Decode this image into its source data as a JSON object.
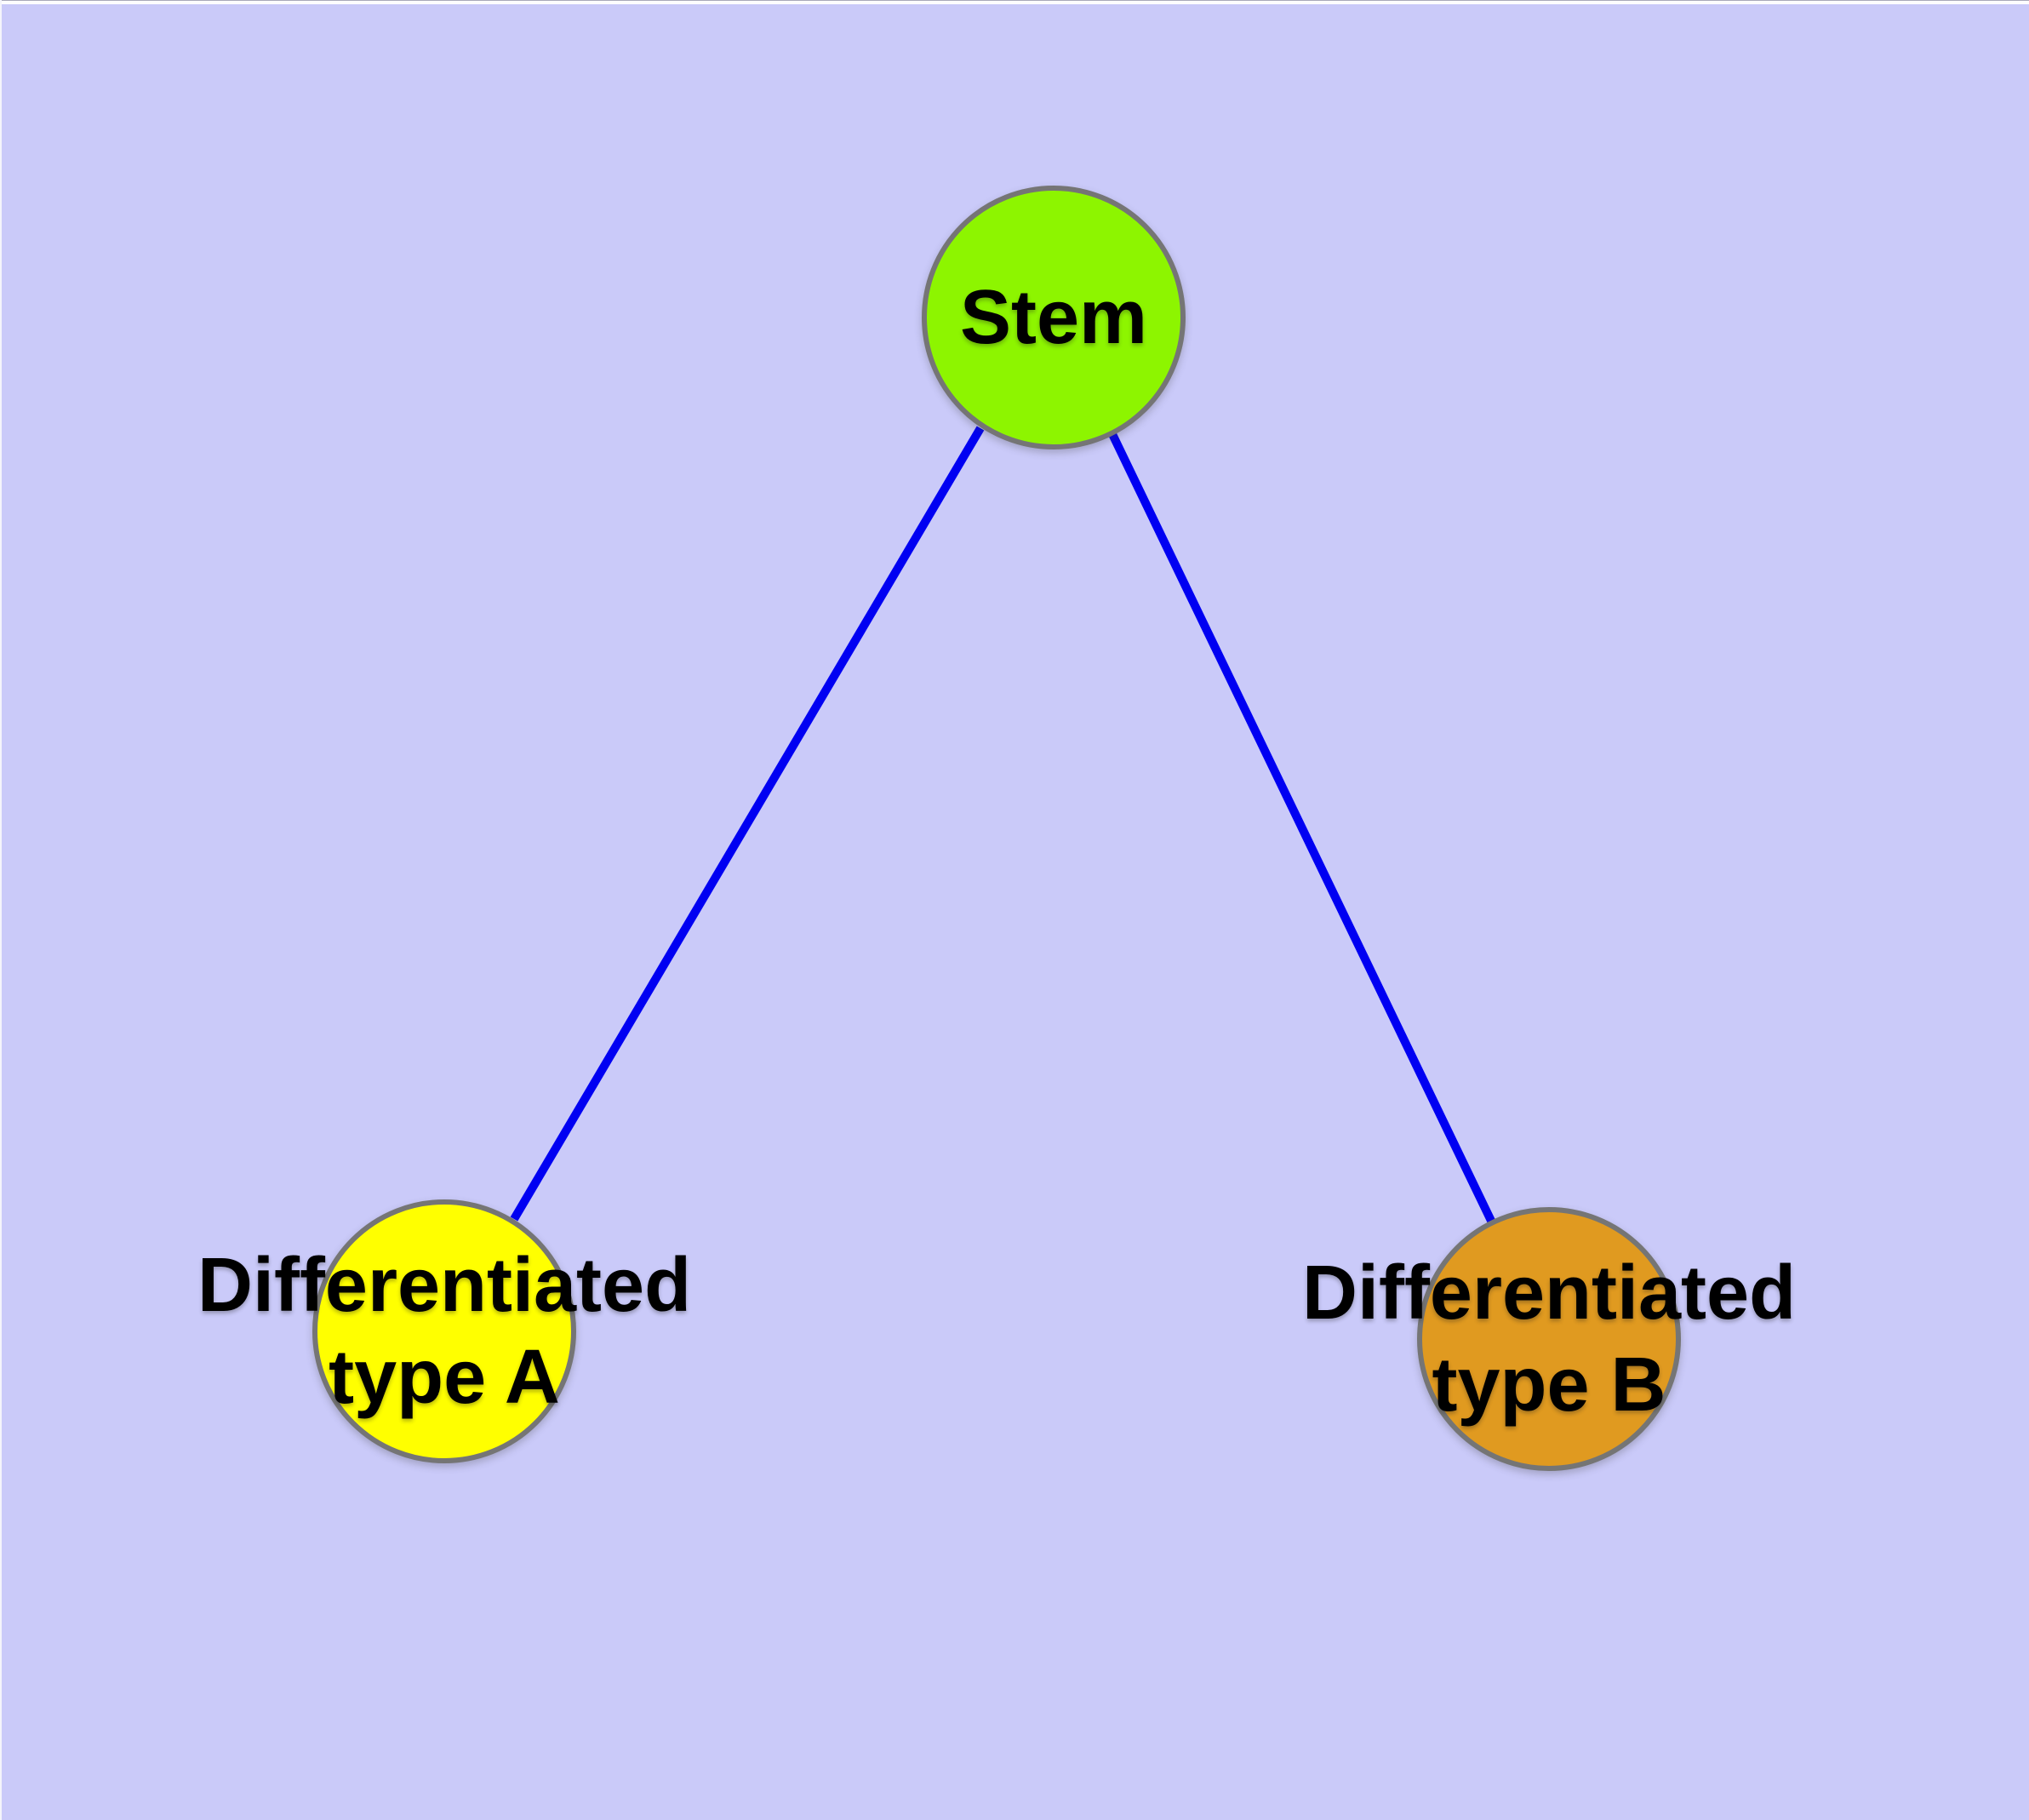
{
  "diagram": {
    "background_color": "#cacaf9",
    "edge_color": "#0000f2",
    "node_border_color": "#757575",
    "label_color": "#000000",
    "nodes": [
      {
        "id": "stem",
        "label_lines": [
          "Stem"
        ],
        "fill": "#8df500"
      },
      {
        "id": "type-a",
        "label_lines": [
          "Differentiated",
          "type A"
        ],
        "fill": "#ffff00"
      },
      {
        "id": "type-b",
        "label_lines": [
          "Differentiated",
          "type B"
        ],
        "fill": "#e09a20"
      }
    ],
    "edges": [
      {
        "from": "stem",
        "to": "type-a"
      },
      {
        "from": "stem",
        "to": "type-b"
      }
    ]
  }
}
